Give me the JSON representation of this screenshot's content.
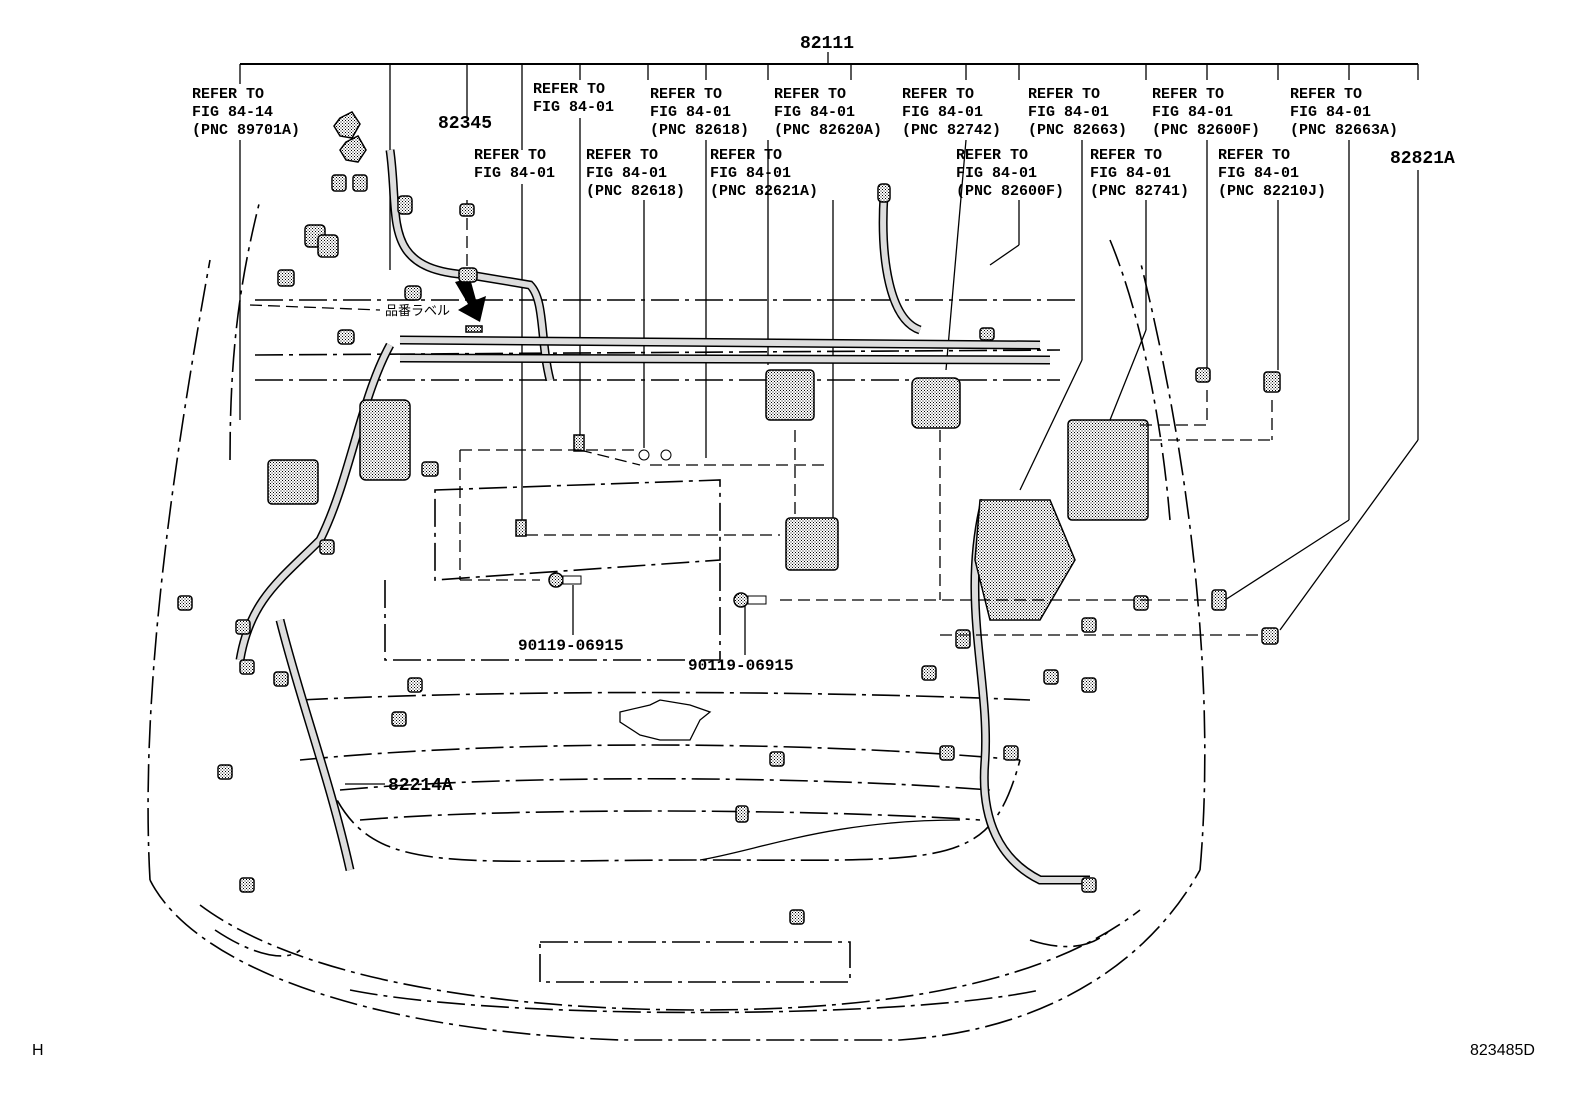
{
  "diagram": {
    "title_part": "82111",
    "figure_code": "823485D",
    "corner_mark": "H",
    "label_sticker_text": "品番ラベル",
    "callouts_top_row": [
      {
        "line1": "REFER TO",
        "line2": "FIG 84-14",
        "line3": "(PNC 89701A)"
      },
      {
        "line1": "REFER TO",
        "line2": "FIG 84-01",
        "line3": ""
      },
      {
        "line1": "REFER TO",
        "line2": "FIG 84-01",
        "line3": "(PNC 82618)"
      },
      {
        "line1": "REFER TO",
        "line2": "FIG 84-01",
        "line3": "(PNC 82620A)"
      },
      {
        "line1": "REFER TO",
        "line2": "FIG 84-01",
        "line3": "(PNC 82742)"
      },
      {
        "line1": "REFER TO",
        "line2": "FIG 84-01",
        "line3": "(PNC 82663)"
      },
      {
        "line1": "REFER TO",
        "line2": "FIG 84-01",
        "line3": "(PNC 82600F)"
      },
      {
        "line1": "REFER TO",
        "line2": "FIG 84-01",
        "line3": "(PNC 82663A)"
      }
    ],
    "callouts_second_row": [
      {
        "line1": "REFER TO",
        "line2": "FIG 84-01",
        "line3": ""
      },
      {
        "line1": "REFER TO",
        "line2": "FIG 84-01",
        "line3": "(PNC 82618)"
      },
      {
        "line1": "REFER TO",
        "line2": "FIG 84-01",
        "line3": "(PNC 82621A)"
      },
      {
        "line1": "REFER TO",
        "line2": "FIG 84-01",
        "line3": "(PNC 82600F)"
      },
      {
        "line1": "REFER TO",
        "line2": "FIG 84-01",
        "line3": "(PNC 82741)"
      },
      {
        "line1": "REFER TO",
        "line2": "FIG 84-01",
        "line3": "(PNC 82210J)"
      }
    ],
    "part_numbers": {
      "p82345": "82345",
      "p82821A": "82821A",
      "p82214A": "82214A",
      "bolt_left": "90119-06915",
      "bolt_right": "90119-06915"
    }
  }
}
